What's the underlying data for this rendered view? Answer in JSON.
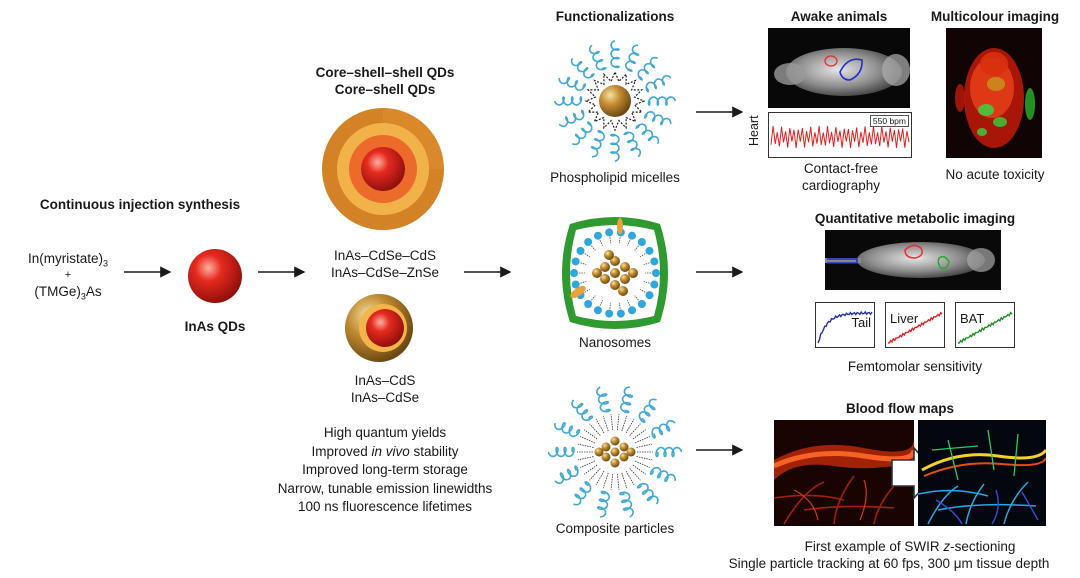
{
  "synthesis": {
    "title": "Continuous injection synthesis",
    "precursor_1": "In(myristate)",
    "precursor_1_sub": "3",
    "plus": "+",
    "precursor_2": "(TMGe)",
    "precursor_2_sub": "3",
    "precursor_2_tail": "As"
  },
  "core": {
    "label": "InAs QDs"
  },
  "shells": {
    "title_1": "Core–shell–shell QDs",
    "title_2": "Core–shell QDs",
    "css_1": "InAs–CdSe–CdS",
    "css_2": "InAs–CdSe–ZnSe",
    "cs_1": "InAs–CdS",
    "cs_2": "InAs–CdSe"
  },
  "properties": [
    "High quantum yields",
    {
      "before": "Improved ",
      "italic": "in vivo",
      "after": " stability"
    },
    "Improved long-term storage",
    "Narrow, tunable emission linewidths",
    "100 ns fluorescence lifetimes"
  ],
  "functionalizations": {
    "title": "Functionalizations",
    "micelles": "Phospholipid micelles",
    "nanosomes": "Nanosomes",
    "composite": "Composite particles"
  },
  "awake": {
    "title": "Awake animals",
    "heart_label": "Heart",
    "bpm": "550 bpm",
    "caption_1": "Contact-free",
    "caption_2": "cardiography"
  },
  "multicolour": {
    "title": "Multicolour imaging",
    "caption": "No acute toxicity"
  },
  "metabolic": {
    "title": "Quantitative metabolic imaging",
    "plots": [
      "Tail",
      "Liver",
      "BAT"
    ],
    "caption": "Femtomolar sensitivity"
  },
  "bloodflow": {
    "title": "Blood flow maps",
    "caption_1_before": "First example of SWIR ",
    "caption_1_italic": "z",
    "caption_1_after": "-sectioning",
    "caption_2": "Single particle tracking at 60 fps, 300 μm tissue depth"
  },
  "colors": {
    "micelle_coil": "#3fa9d6",
    "core_gold": "#b8862c",
    "nanosome_green": "#2e9a2f",
    "shell_orange": "#e9a13a",
    "core_red": "#d81d1d",
    "trace_red": "#e02020",
    "plot_blue": "#1f2fb0",
    "plot_red": "#e02020",
    "plot_green": "#1f8f1f"
  }
}
